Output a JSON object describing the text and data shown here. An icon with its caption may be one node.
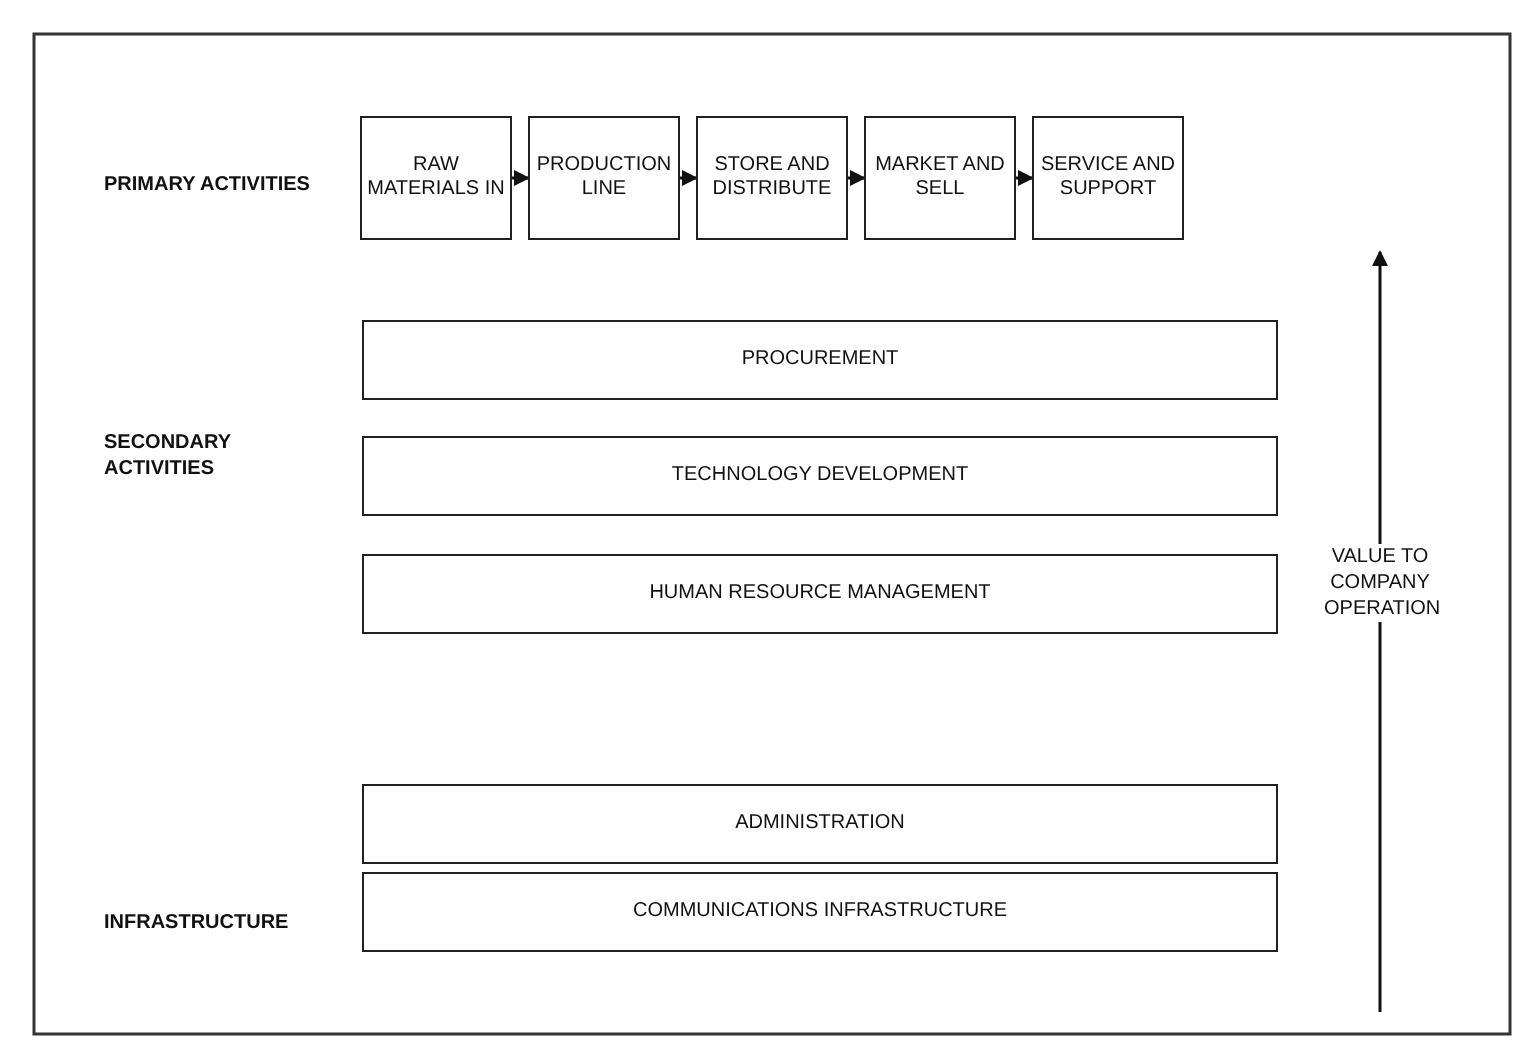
{
  "diagram": {
    "nodes": [
      {
        "text": [
          "RAW MATERIALS IN"
        ]
      },
      {
        "text": [
          "PRODUCTION LINE"
        ]
      },
      {
        "text": [
          "STORE AND DISTRIBUTE"
        ]
      },
      {
        "text": [
          "MARKET AND SELL"
        ]
      },
      {
        "text": [
          "SERVICE AND SUPPORT"
        ]
      },
      {
        "text": [
          "PROCUREMENT"
        ]
      },
      {
        "text": [
          "TECHNOLOGY DEVELOPMENT"
        ]
      },
      {
        "text": [
          "HUMAN RESOURCE MANAGEMENT"
        ]
      },
      {
        "text": [
          "ADMINISTRATION"
        ]
      },
      {
        "text": [
          "COMMUNICATIONS INFRASTRUCTURE"
        ]
      }
    ],
    "edges": [
      {
        "from": 0,
        "to": 1,
        "arrow": "to"
      },
      {
        "from": 1,
        "to": 2,
        "arrow": "to"
      },
      {
        "from": 2,
        "to": 3,
        "arrow": "to"
      },
      {
        "from": 3,
        "to": 4,
        "arrow": "to"
      }
    ],
    "labels": [
      "PRIMARY ACTIVITIES",
      "SECONDARY ACTIVITIES",
      "VALUE TO COMPANY OPERATION",
      "INFRASTRUCTURE"
    ]
  }
}
